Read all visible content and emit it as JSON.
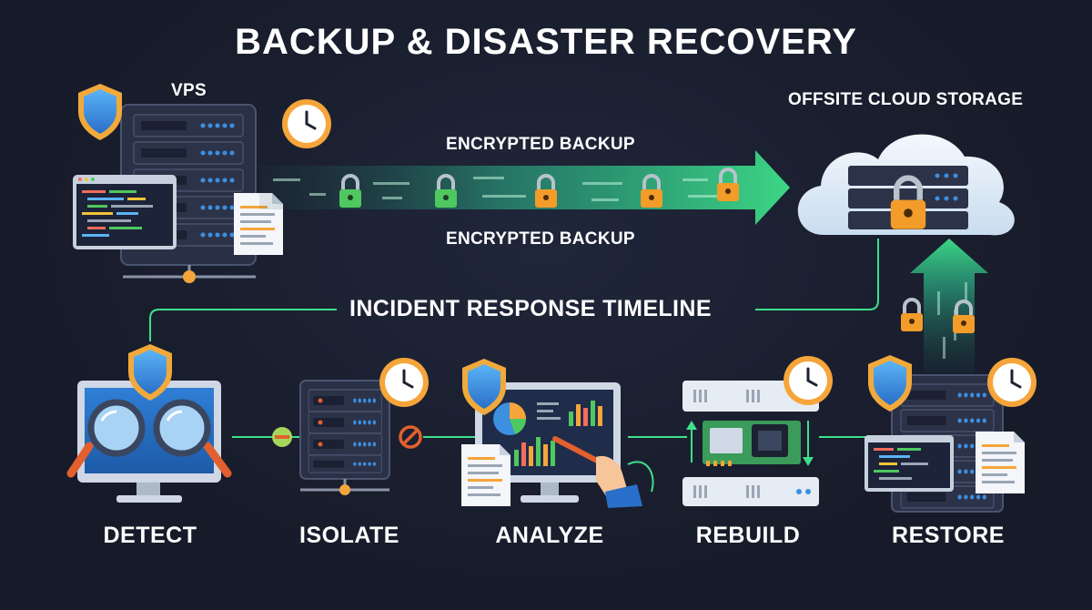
{
  "title": "BACKUP & DISASTER RECOVERY",
  "source": {
    "label": "VPS"
  },
  "destination": {
    "label": "OFFSITE CLOUD STORAGE"
  },
  "transfer": {
    "label_top": "ENCRYPTED BACKUP",
    "label_bottom": "ENCRYPTED BACKUP"
  },
  "timeline": {
    "label": "INCIDENT RESPONSE TIMELINE",
    "steps": [
      {
        "label": "DETECT",
        "icon": "monitor-magnifier-icon"
      },
      {
        "label": "ISOLATE",
        "icon": "server-blocked-icon"
      },
      {
        "label": "ANALYZE",
        "icon": "analytics-monitor-icon"
      },
      {
        "label": "REBUILD",
        "icon": "server-hardware-icon"
      },
      {
        "label": "RESTORE",
        "icon": "restored-server-icon"
      }
    ]
  },
  "colors": {
    "background": "#181c2b",
    "accent_green": "#3ee08a",
    "accent_blue": "#3d8fe0",
    "lock_orange": "#f39c2a",
    "clock_orange": "#f5a53a",
    "text": "#ffffff"
  }
}
